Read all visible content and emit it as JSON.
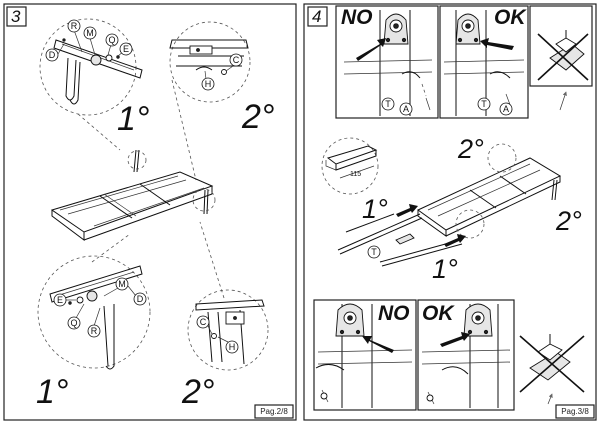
{
  "left_page": {
    "step_number": "3",
    "top_detail": {
      "parts": [
        "R",
        "M",
        "Q",
        "D",
        "E"
      ],
      "hardware": [
        "C",
        "H"
      ]
    },
    "top_steps": [
      "1°",
      "2°"
    ],
    "bottom_detail": {
      "parts": [
        "R",
        "M",
        "E",
        "D",
        "Q"
      ],
      "hardware": [
        "C",
        "H"
      ]
    },
    "bottom_steps": [
      "1°",
      "2°"
    ],
    "page_label": "Pag.2/8"
  },
  "right_page": {
    "step_number": "4",
    "panel_no": {
      "label": "NO",
      "parts": [
        "T",
        "A"
      ]
    },
    "panel_ok": {
      "label": "OK",
      "parts": [
        "T",
        "A"
      ]
    },
    "main_steps": [
      "2°",
      "1°",
      "2°",
      "1°"
    ],
    "rail_label": "T",
    "dimension": "115",
    "bottom_panel_no": {
      "label": "NO"
    },
    "bottom_panel_ok": {
      "label": "OK"
    },
    "page_label": "Pag.3/8"
  }
}
